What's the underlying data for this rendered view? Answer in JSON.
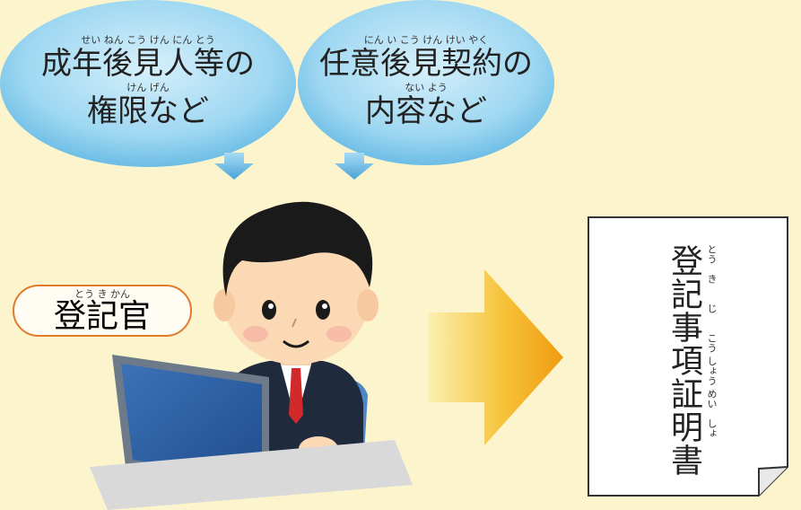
{
  "bubble_left": {
    "ruby_line1": "せい ねん こう けん にん とう",
    "main_line1": "成年後見人等の",
    "ruby_line2": "けん げん",
    "main_line2": "権限など"
  },
  "bubble_right": {
    "ruby_line1": "にん  い  こう けん けい やく",
    "main_line1": "任意後見契約の",
    "ruby_line2": "ない よう",
    "main_line2": "内容など"
  },
  "officer": {
    "ruby": "とう き かん",
    "label": "登記官"
  },
  "document": {
    "title": "登記事項証明書",
    "ruby": "とう　き　　じ　　こう しょう めい　しょ"
  },
  "colors": {
    "background": "#fbf4cc",
    "bubble": "#8ccfee",
    "bubble_arrow": "#5fb0e0",
    "orange_arrow": "#f2a514",
    "officer_border": "#e07a2c"
  }
}
